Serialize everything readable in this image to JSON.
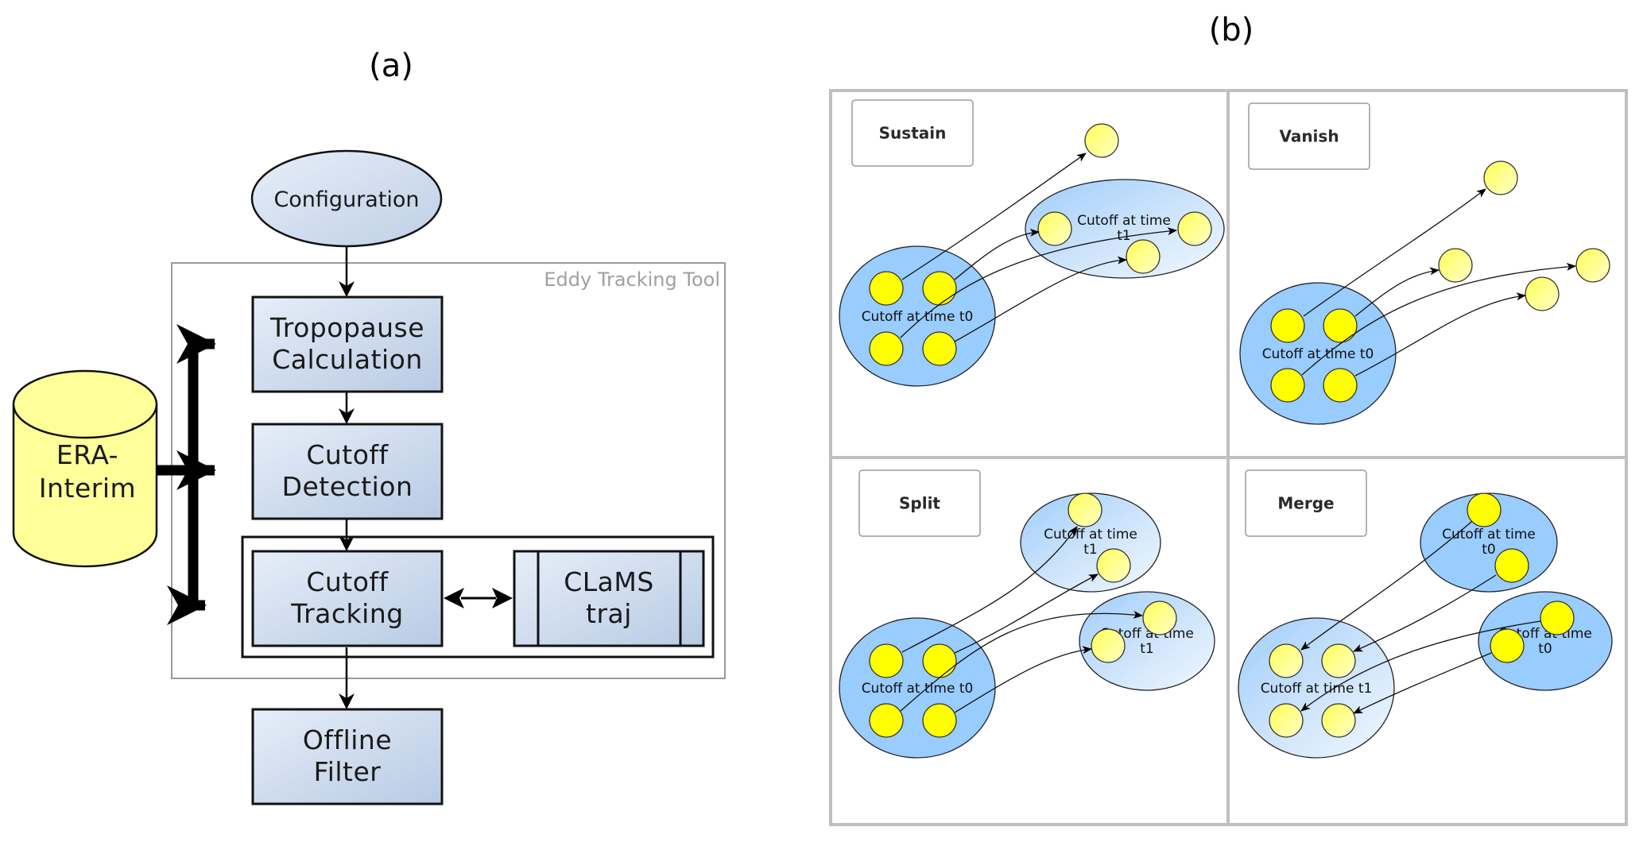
{
  "panel_a": {
    "title": "(a)",
    "container_label": "Eddy Tracking Tool",
    "nodes": {
      "configuration": "Configuration",
      "era_interim": [
        "ERA-",
        "Interim"
      ],
      "tropopause": [
        "Tropopause",
        "Calculation"
      ],
      "detection": [
        "Cutoff",
        "Detection"
      ],
      "tracking": [
        "Cutoff",
        "Tracking"
      ],
      "clams": [
        "CLaMS",
        "traj"
      ],
      "offline": [
        "Offline",
        "Filter"
      ]
    },
    "colors": {
      "process_fill_start": "#e4ecf7",
      "process_fill_end": "#b9cbe4",
      "database_fill": "#ffff99",
      "container_stroke": "#999999"
    }
  },
  "panel_b": {
    "title": "(b)",
    "colors": {
      "cutoff_t0_fill": "#99ccff",
      "cutoff_t1_fill_start": "#a9d3fb",
      "cutoff_t1_fill_end": "#eaf4ff",
      "point_fill": "#ffff00",
      "point_light_fill": "#ffff88",
      "grid_stroke": "#c0c0c0"
    },
    "cases": [
      {
        "name": "Sustain",
        "ellipses": [
          {
            "id": "t0",
            "label": [
              "Cutoff at time t0"
            ],
            "style": "t0"
          },
          {
            "id": "t1",
            "label": [
              "Cutoff at time",
              "t1"
            ],
            "style": "t1"
          }
        ]
      },
      {
        "name": "Vanish",
        "ellipses": [
          {
            "id": "t0",
            "label": [
              "Cutoff at time t0"
            ],
            "style": "t0"
          }
        ]
      },
      {
        "name": "Split",
        "ellipses": [
          {
            "id": "t0",
            "label": [
              "Cutoff at time t0"
            ],
            "style": "t0"
          },
          {
            "id": "t1a",
            "label": [
              "Cutoff at time",
              "t1"
            ],
            "style": "t1"
          },
          {
            "id": "t1b",
            "label": [
              "Cutoff at time",
              "t1"
            ],
            "style": "t1"
          }
        ]
      },
      {
        "name": "Merge",
        "ellipses": [
          {
            "id": "t1",
            "label": [
              "Cutoff at time t1"
            ],
            "style": "t1"
          },
          {
            "id": "t0a",
            "label": [
              "Cutoff at time",
              "t0"
            ],
            "style": "t0"
          },
          {
            "id": "t0b",
            "label": [
              "Cutoff at time",
              "t0"
            ],
            "style": "t0"
          }
        ]
      }
    ]
  }
}
